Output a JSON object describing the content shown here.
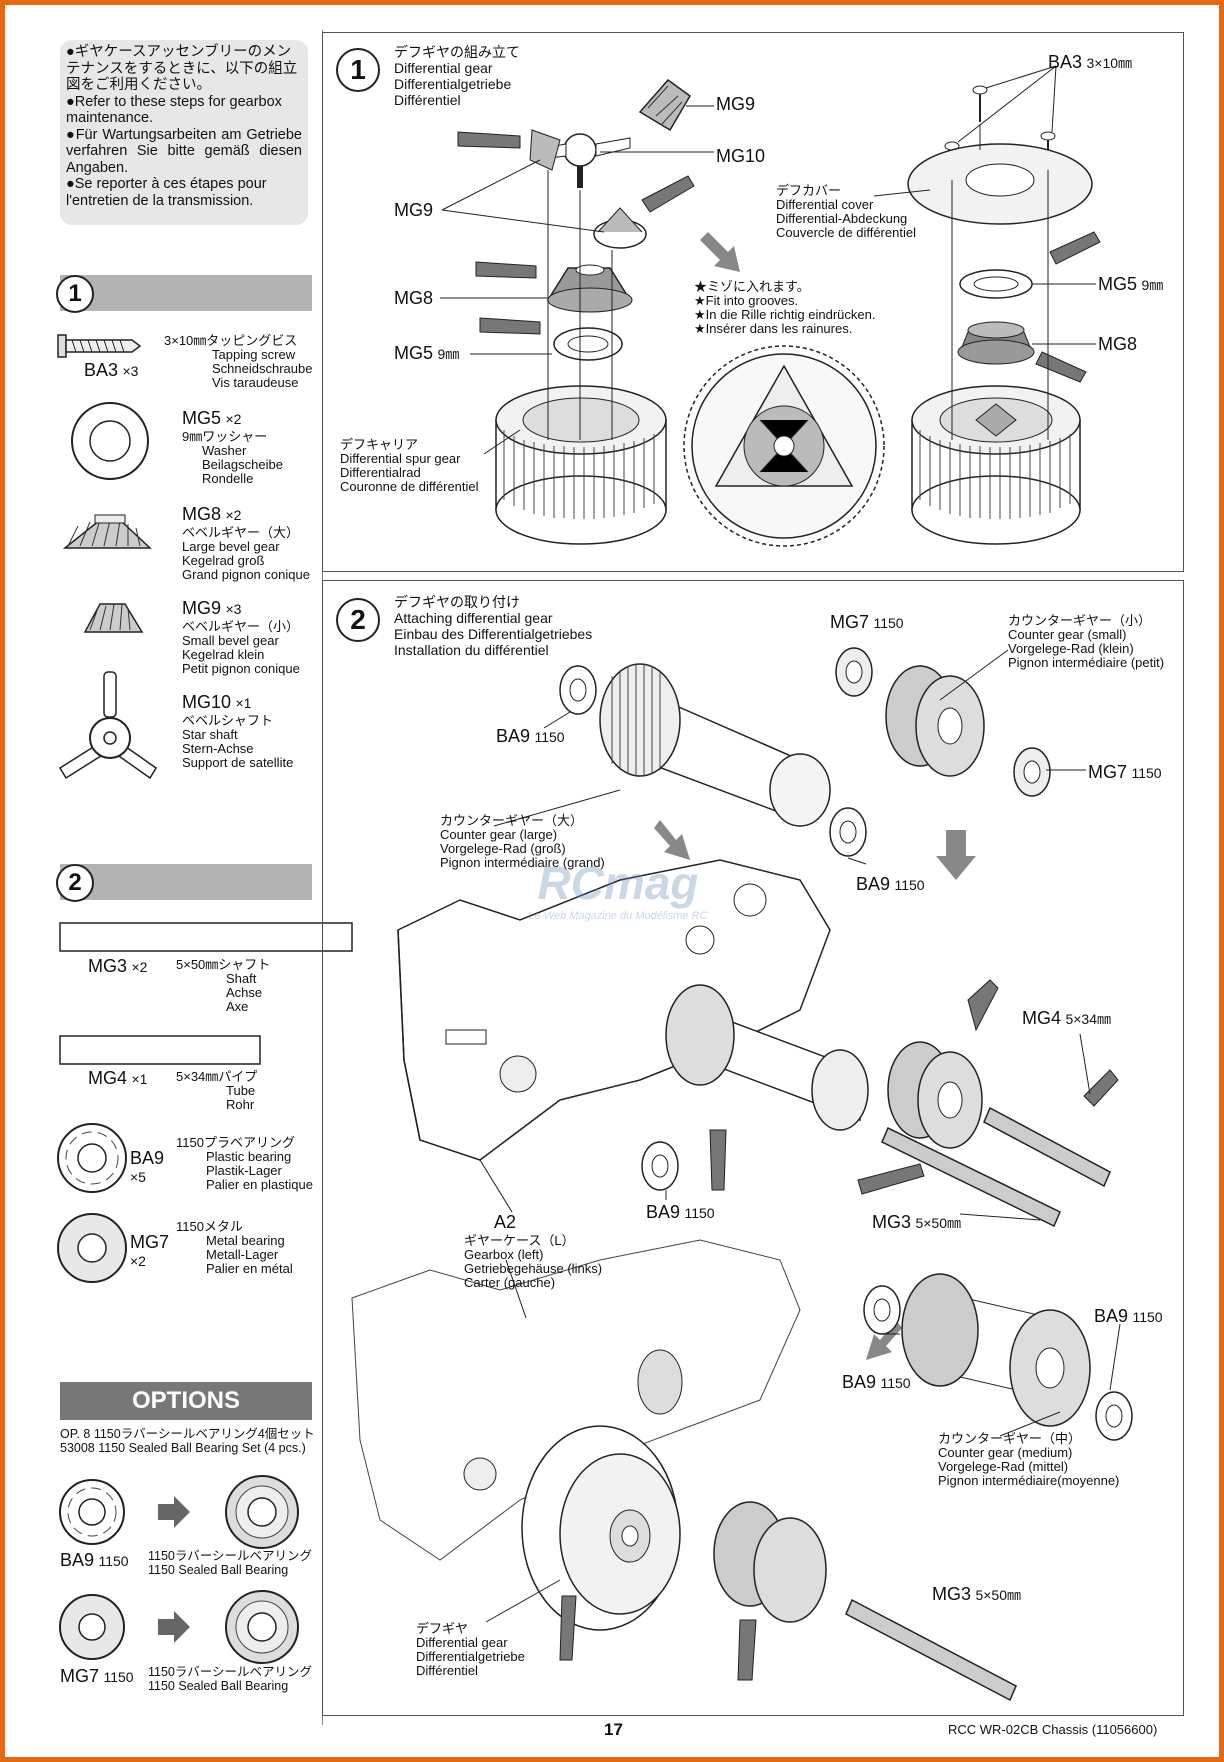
{
  "intro": {
    "lines": [
      "●ギヤケースアッセンブリーのメンテナンスをするときに、以下の組立図をご利用ください。",
      "●Refer to these steps for gearbox maintenance.",
      "●Für Wartungsarbeiten am Getriebe verfahren Sie bitte gemäß diesen Angaben.",
      "●Se reporter à ces étapes pour l'entretien de la transmission."
    ]
  },
  "parts1": {
    "num": "1",
    "ba3": {
      "code": "BA3",
      "qty": "×3",
      "desc": [
        "3×10㎜タッピングビス",
        "Tapping screw",
        "Schneidschraube",
        "Vis taraudeuse"
      ]
    },
    "mg5": {
      "code": "MG5",
      "qty": "×2",
      "desc": [
        "9㎜ワッシャー",
        "Washer",
        "Beilagscheibe",
        "Rondelle"
      ]
    },
    "mg8": {
      "code": "MG8",
      "qty": "×2",
      "desc": [
        "ベベルギヤー（大）",
        "Large bevel gear",
        "Kegelrad groß",
        "Grand pignon conique"
      ]
    },
    "mg9": {
      "code": "MG9",
      "qty": "×3",
      "desc": [
        "ベベルギヤー（小）",
        "Small bevel gear",
        "Kegelrad klein",
        "Petit pignon conique"
      ]
    },
    "mg10": {
      "code": "MG10",
      "qty": "×1",
      "desc": [
        "ベベルシャフト",
        "Star shaft",
        "Stern-Achse",
        "Support de satellite"
      ]
    }
  },
  "parts2": {
    "num": "2",
    "mg3": {
      "code": "MG3",
      "qty": "×2",
      "desc": [
        "5×50㎜シャフト",
        "Shaft",
        "Achse",
        "Axe"
      ]
    },
    "mg4": {
      "code": "MG4",
      "qty": "×1",
      "desc": [
        "5×34㎜パイプ",
        "Tube",
        "Rohr"
      ]
    },
    "ba9": {
      "code": "BA9",
      "qty": "×5",
      "desc": [
        "1150プラベアリング",
        "Plastic bearing",
        "Plastik-Lager",
        "Palier en plastique"
      ]
    },
    "mg7": {
      "code": "MG7",
      "qty": "×2",
      "desc": [
        "1150メタル",
        "Metal bearing",
        "Metall-Lager",
        "Palier en métal"
      ]
    }
  },
  "options": {
    "title": "OPTIONS",
    "line1": "OP. 8 1150ラバーシールベアリング4個セット",
    "line2": "53008 1150 Sealed Ball Bearing Set (4 pcs.)",
    "row1": {
      "code": "BA9",
      "size": "1150",
      "to1": "1150ラバーシールベアリング",
      "to2": "1150 Sealed Ball Bearing"
    },
    "row2": {
      "code": "MG7",
      "size": "1150",
      "to1": "1150ラバーシールベアリング",
      "to2": "1150 Sealed Ball Bearing"
    }
  },
  "step1": {
    "num": "1",
    "title": [
      "デフギヤの組み立て",
      "Differential gear",
      "Differentialgetriebe",
      "Différentiel"
    ],
    "labels": {
      "mg9a": "MG9",
      "mg10": "MG10",
      "mg9b": "MG9",
      "mg8": "MG8",
      "mg5": "MG5",
      "mg5size": "9㎜",
      "ba3": "BA3",
      "ba3size": "3×10㎜",
      "mg5r": "MG5",
      "mg5rsize": "9㎜",
      "mg8r": "MG8"
    },
    "spur": [
      "デフキャリア",
      "Differential spur gear",
      "Differentialrad",
      "Couronne de différentiel"
    ],
    "cover": [
      "デフカバー",
      "Differential cover",
      "Differential-Abdeckung",
      "Couvercle de différentiel"
    ],
    "grooves": [
      "★ミゾに入れます。",
      "★Fit into grooves.",
      "★In die Rille richtig eindrücken.",
      "★Insérer dans les rainures."
    ]
  },
  "step2": {
    "num": "2",
    "title": [
      "デフギヤの取り付け",
      "Attaching differential gear",
      "Einbau des Differentialgetriebes",
      "Installation du différentiel"
    ],
    "counterLarge": [
      "カウンターギヤー（大）",
      "Counter gear (large)",
      "Vorgelege-Rad (groß)",
      "Pignon intermédiaire (grand)"
    ],
    "counterSmall": [
      "カウンターギヤー（小）",
      "Counter gear (small)",
      "Vorgelege-Rad (klein)",
      "Pignon intermédiaire (petit)"
    ],
    "counterMedium": [
      "カウンターギヤー（中）",
      "Counter gear (medium)",
      "Vorgelege-Rad (mittel)",
      "Pignon intermédiaire(moyenne)"
    ],
    "gearbox": [
      "ギヤーケース（L）",
      "Gearbox (left)",
      "Getriebegehäuse (links)",
      "Carter (gauche)"
    ],
    "diff": [
      "デフギヤ",
      "Differential gear",
      "Differentialgetriebe",
      "Différentiel"
    ],
    "labels": {
      "ba9": "BA9",
      "s1150": "1150",
      "mg7": "MG7",
      "mg4": "MG4",
      "mg4size": "5×34㎜",
      "mg3": "MG3",
      "mg3size": "5×50㎜",
      "a2": "A2"
    }
  },
  "watermark": {
    "brand": "RCmag",
    "tagline": "Le Web Magazine du Modélisme RC"
  },
  "footer": {
    "page": "17",
    "model": "RCC WR-02CB Chassis (11056600)"
  }
}
